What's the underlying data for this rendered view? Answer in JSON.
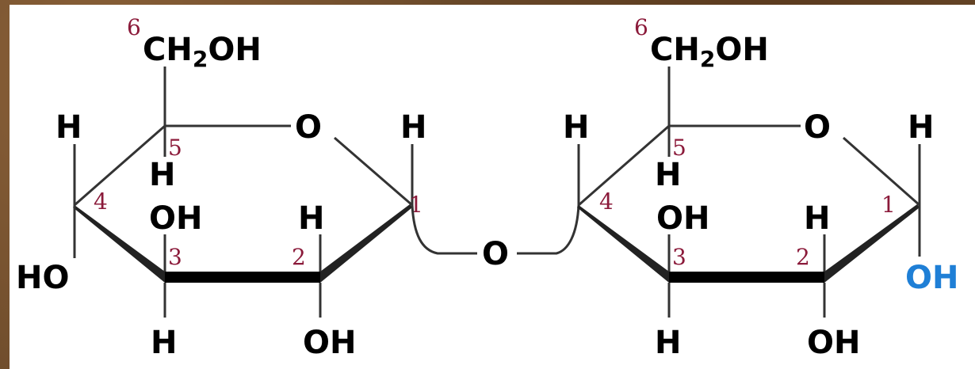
{
  "labels": {
    "ch2oh_left": {
      "prefix": "6",
      "main": "CH",
      "sub": "2",
      "tail": "OH"
    },
    "ch2oh_right": {
      "prefix": "6",
      "main": "CH",
      "sub": "2",
      "tail": "OH"
    },
    "ring_o_left": "O",
    "ring_o_right": "O",
    "bridge_o": "O",
    "h": "H",
    "oh": "OH",
    "ho": "HO",
    "oh_blue": "OH",
    "n1": "1",
    "n2": "2",
    "n3": "3",
    "n4": "4",
    "n5": "5"
  },
  "colors": {
    "highlight": "#1f7fd6",
    "carbon_number": "#8b1a3a",
    "background_texture": "#6b4a2a"
  }
}
